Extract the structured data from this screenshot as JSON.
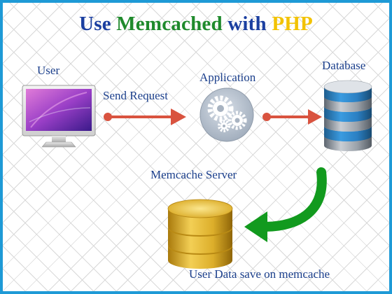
{
  "title": {
    "word1": "Use",
    "word2": "Memcached",
    "word3": "with",
    "word4": "PHP"
  },
  "labels": {
    "user": "User",
    "send_request": "Send Request",
    "application": "Application",
    "database": "Database",
    "memcache_server": "Memcache Server",
    "user_data_save": "User Data save on memcache"
  },
  "icons": {
    "user": "monitor-icon",
    "application": "gears-icon",
    "database": "database-icon",
    "memcache": "gold-database-icon"
  },
  "colors": {
    "title_blue": "#1b3fa0",
    "title_green": "#1f8a2c",
    "title_yellow": "#f2c200",
    "label_blue": "#1b3f8c",
    "red_arrow": "#d9533f",
    "green_arrow": "#129a1e",
    "border": "#1e9ad6"
  }
}
